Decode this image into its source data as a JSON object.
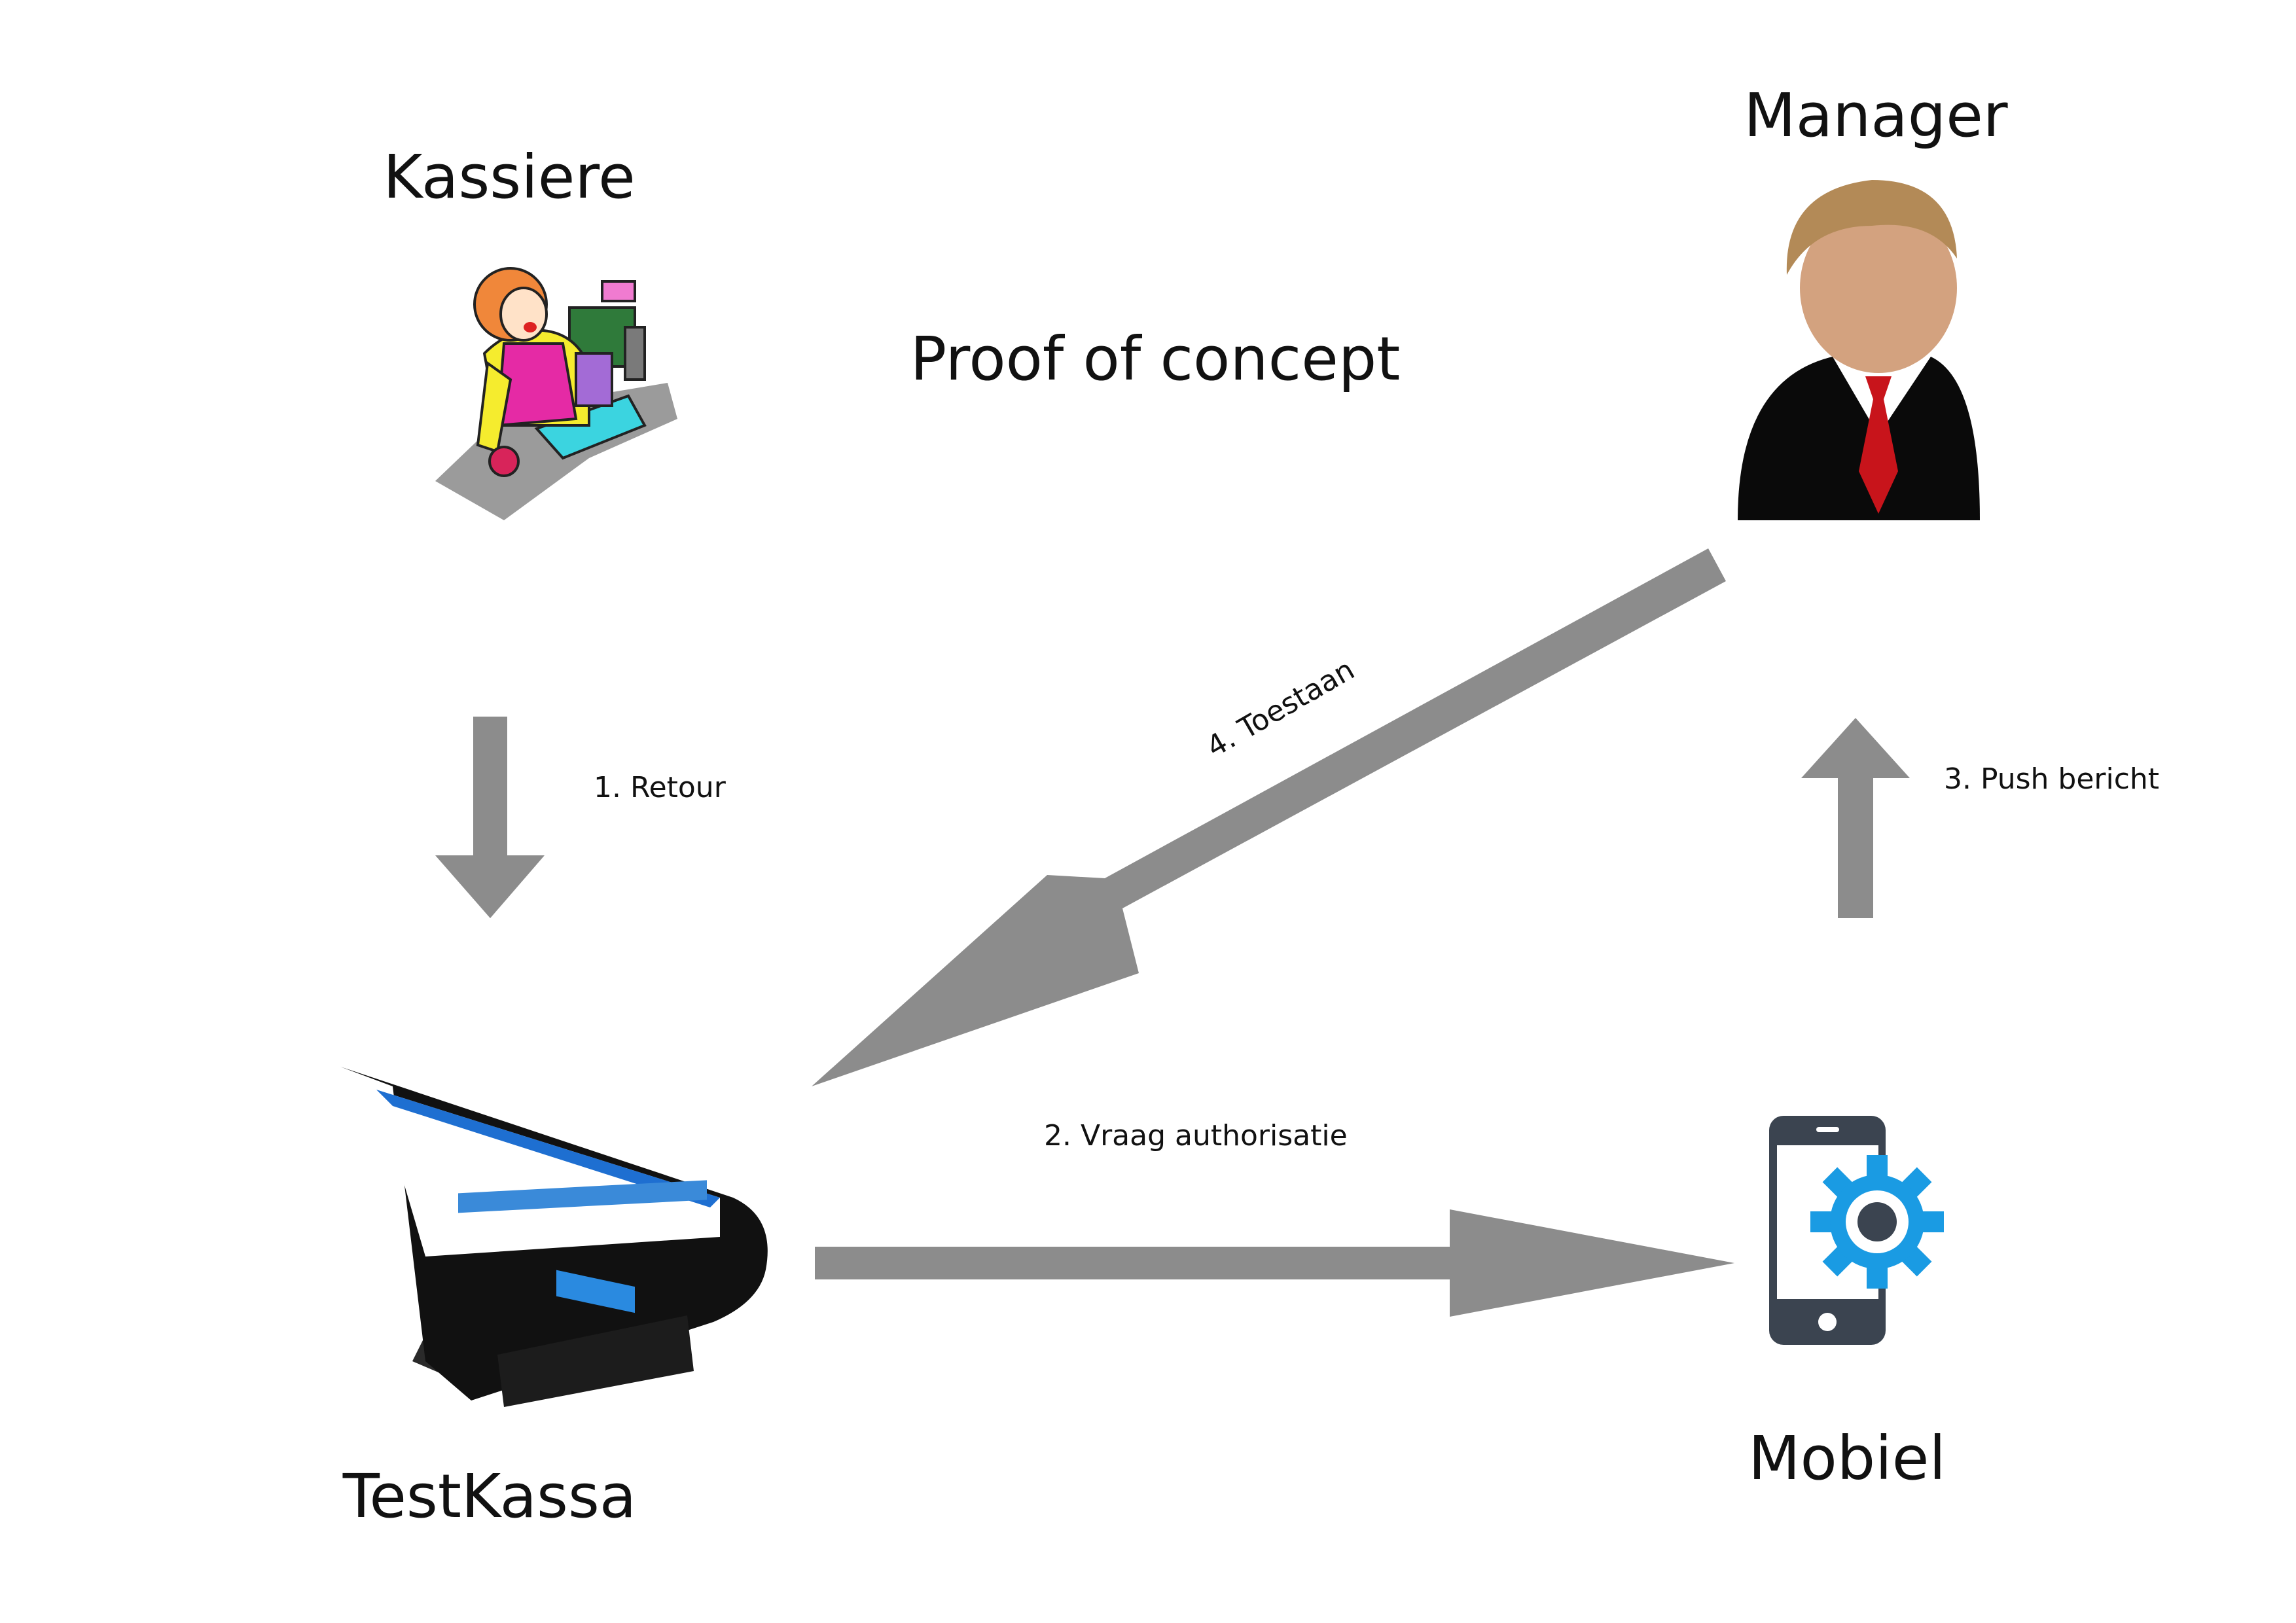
{
  "title": "Proof of concept",
  "nodes": {
    "kassiere": {
      "label": "Kassiere",
      "icon": "cashier-illustration"
    },
    "manager": {
      "label": "Manager",
      "icon": "manager-person-icon"
    },
    "testkassa": {
      "label": "TestKassa",
      "icon": "pos-terminal-icon"
    },
    "mobiel": {
      "label": "Mobiel",
      "icon": "phone-gear-icon"
    }
  },
  "steps": {
    "retour": "1. Retour",
    "vraag": "2. Vraag authorisatie",
    "push": "3. Push bericht",
    "toestaan": "4. Toestaan"
  },
  "colors": {
    "arrow": "#8c8c8c",
    "gear": "#1a9be3",
    "phone": "#3b4450",
    "tie": "#c8141b",
    "skin": "#d3a27f"
  }
}
